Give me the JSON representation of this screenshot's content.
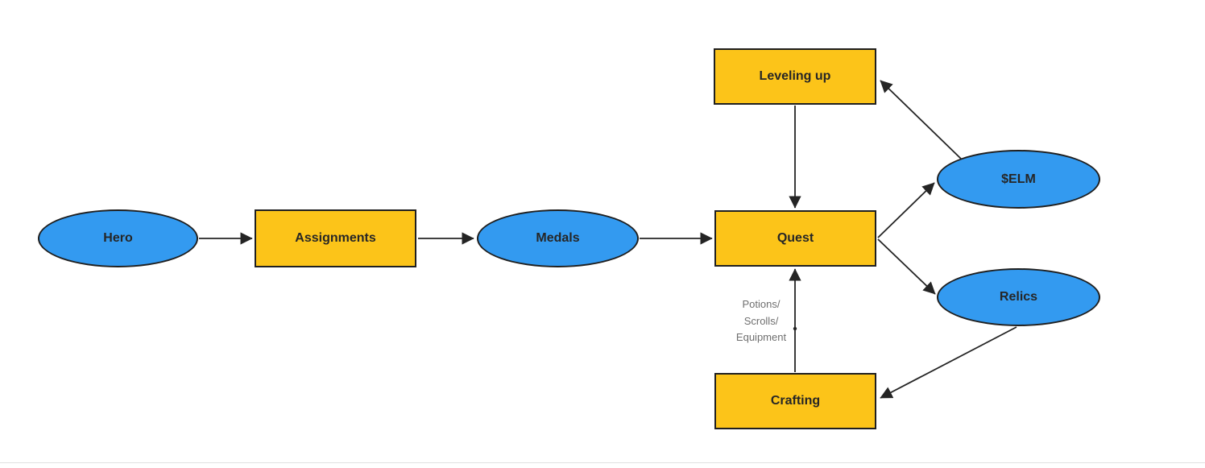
{
  "diagram": {
    "type": "flowchart",
    "colors": {
      "background": "#ffffff",
      "rect_fill": "#fcc419",
      "ellipse_fill": "#339af0",
      "shape_border": "#1f1f1f",
      "shape_text": "#262626",
      "edge_stroke": "#242424",
      "edge_label_text": "#6f6f6f",
      "bottom_divider": "#e0e0e0"
    },
    "nodes": [
      {
        "id": "hero",
        "label": "Hero",
        "shape": "ellipse"
      },
      {
        "id": "assignments",
        "label": "Assignments",
        "shape": "rectangle"
      },
      {
        "id": "medals",
        "label": "Medals",
        "shape": "ellipse"
      },
      {
        "id": "leveling-up",
        "label": "Leveling up",
        "shape": "rectangle"
      },
      {
        "id": "quest",
        "label": "Quest",
        "shape": "rectangle"
      },
      {
        "id": "elm",
        "label": "$ELM",
        "shape": "ellipse"
      },
      {
        "id": "relics",
        "label": "Relics",
        "shape": "ellipse"
      },
      {
        "id": "crafting",
        "label": "Crafting",
        "shape": "rectangle"
      }
    ],
    "edges": [
      {
        "from": "Hero",
        "to": "Assignments"
      },
      {
        "from": "Assignments",
        "to": "Medals"
      },
      {
        "from": "Medals",
        "to": "Quest"
      },
      {
        "from": "Leveling up",
        "to": "Quest"
      },
      {
        "from": "Crafting",
        "to": "Quest",
        "label": "Potions/ Scrolls/ Equipment"
      },
      {
        "from": "Quest",
        "to": "$ELM"
      },
      {
        "from": "Quest",
        "to": "Relics"
      },
      {
        "from": "$ELM",
        "to": "Leveling up"
      },
      {
        "from": "Relics",
        "to": "Crafting"
      }
    ],
    "edge_label": {
      "lines": [
        "Potions/",
        "Scrolls/",
        "Equipment"
      ]
    }
  }
}
